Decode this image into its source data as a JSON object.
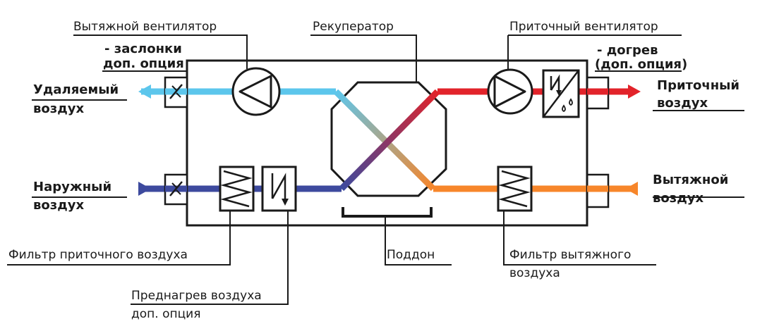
{
  "labels": {
    "exhaust_fan": "Вытяжной вентилятор",
    "dampers_line1": "- заслонки",
    "dampers_line2": "доп. опция",
    "recuperator": "Рекуператор",
    "supply_fan": "Приточный вентилятор",
    "reheat_line1": "- догрев",
    "reheat_line2": "(доп. опция)",
    "removed_air_line1": "Удаляемый",
    "removed_air_line2": "воздух",
    "supply_air_line1": "Приточный",
    "supply_air_line2": "воздух",
    "outdoor_air_line1": "Наружный",
    "outdoor_air_line2": "воздух",
    "extract_air_line1": "Вытяжной",
    "extract_air_line2": "воздух",
    "supply_filter": "Фильтр приточного воздуха",
    "tray": "Поддон",
    "extract_filter_line1": "Фильтр вытяжного",
    "extract_filter_line2": "воздуха",
    "preheat_line1": "Преднагрев воздуха",
    "preheat_line2": "доп. опция"
  },
  "colors": {
    "cold_exhaust": "#5cc6ec",
    "outdoor": "#3d4a9e",
    "supply_hot": "#e2232a",
    "extract_warm": "#f7862a",
    "outline": "#1a1a1a"
  }
}
